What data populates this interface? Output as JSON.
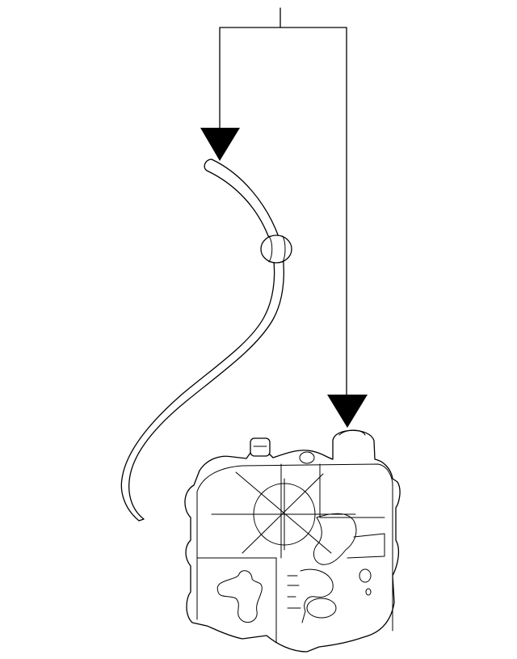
{
  "diagram": {
    "background": "#ffffff",
    "line_color": "#000000",
    "callouts": [
      {
        "id": "cable",
        "target": "lock-cable"
      },
      {
        "id": "actuator",
        "target": "door-lock-actuator"
      }
    ]
  }
}
